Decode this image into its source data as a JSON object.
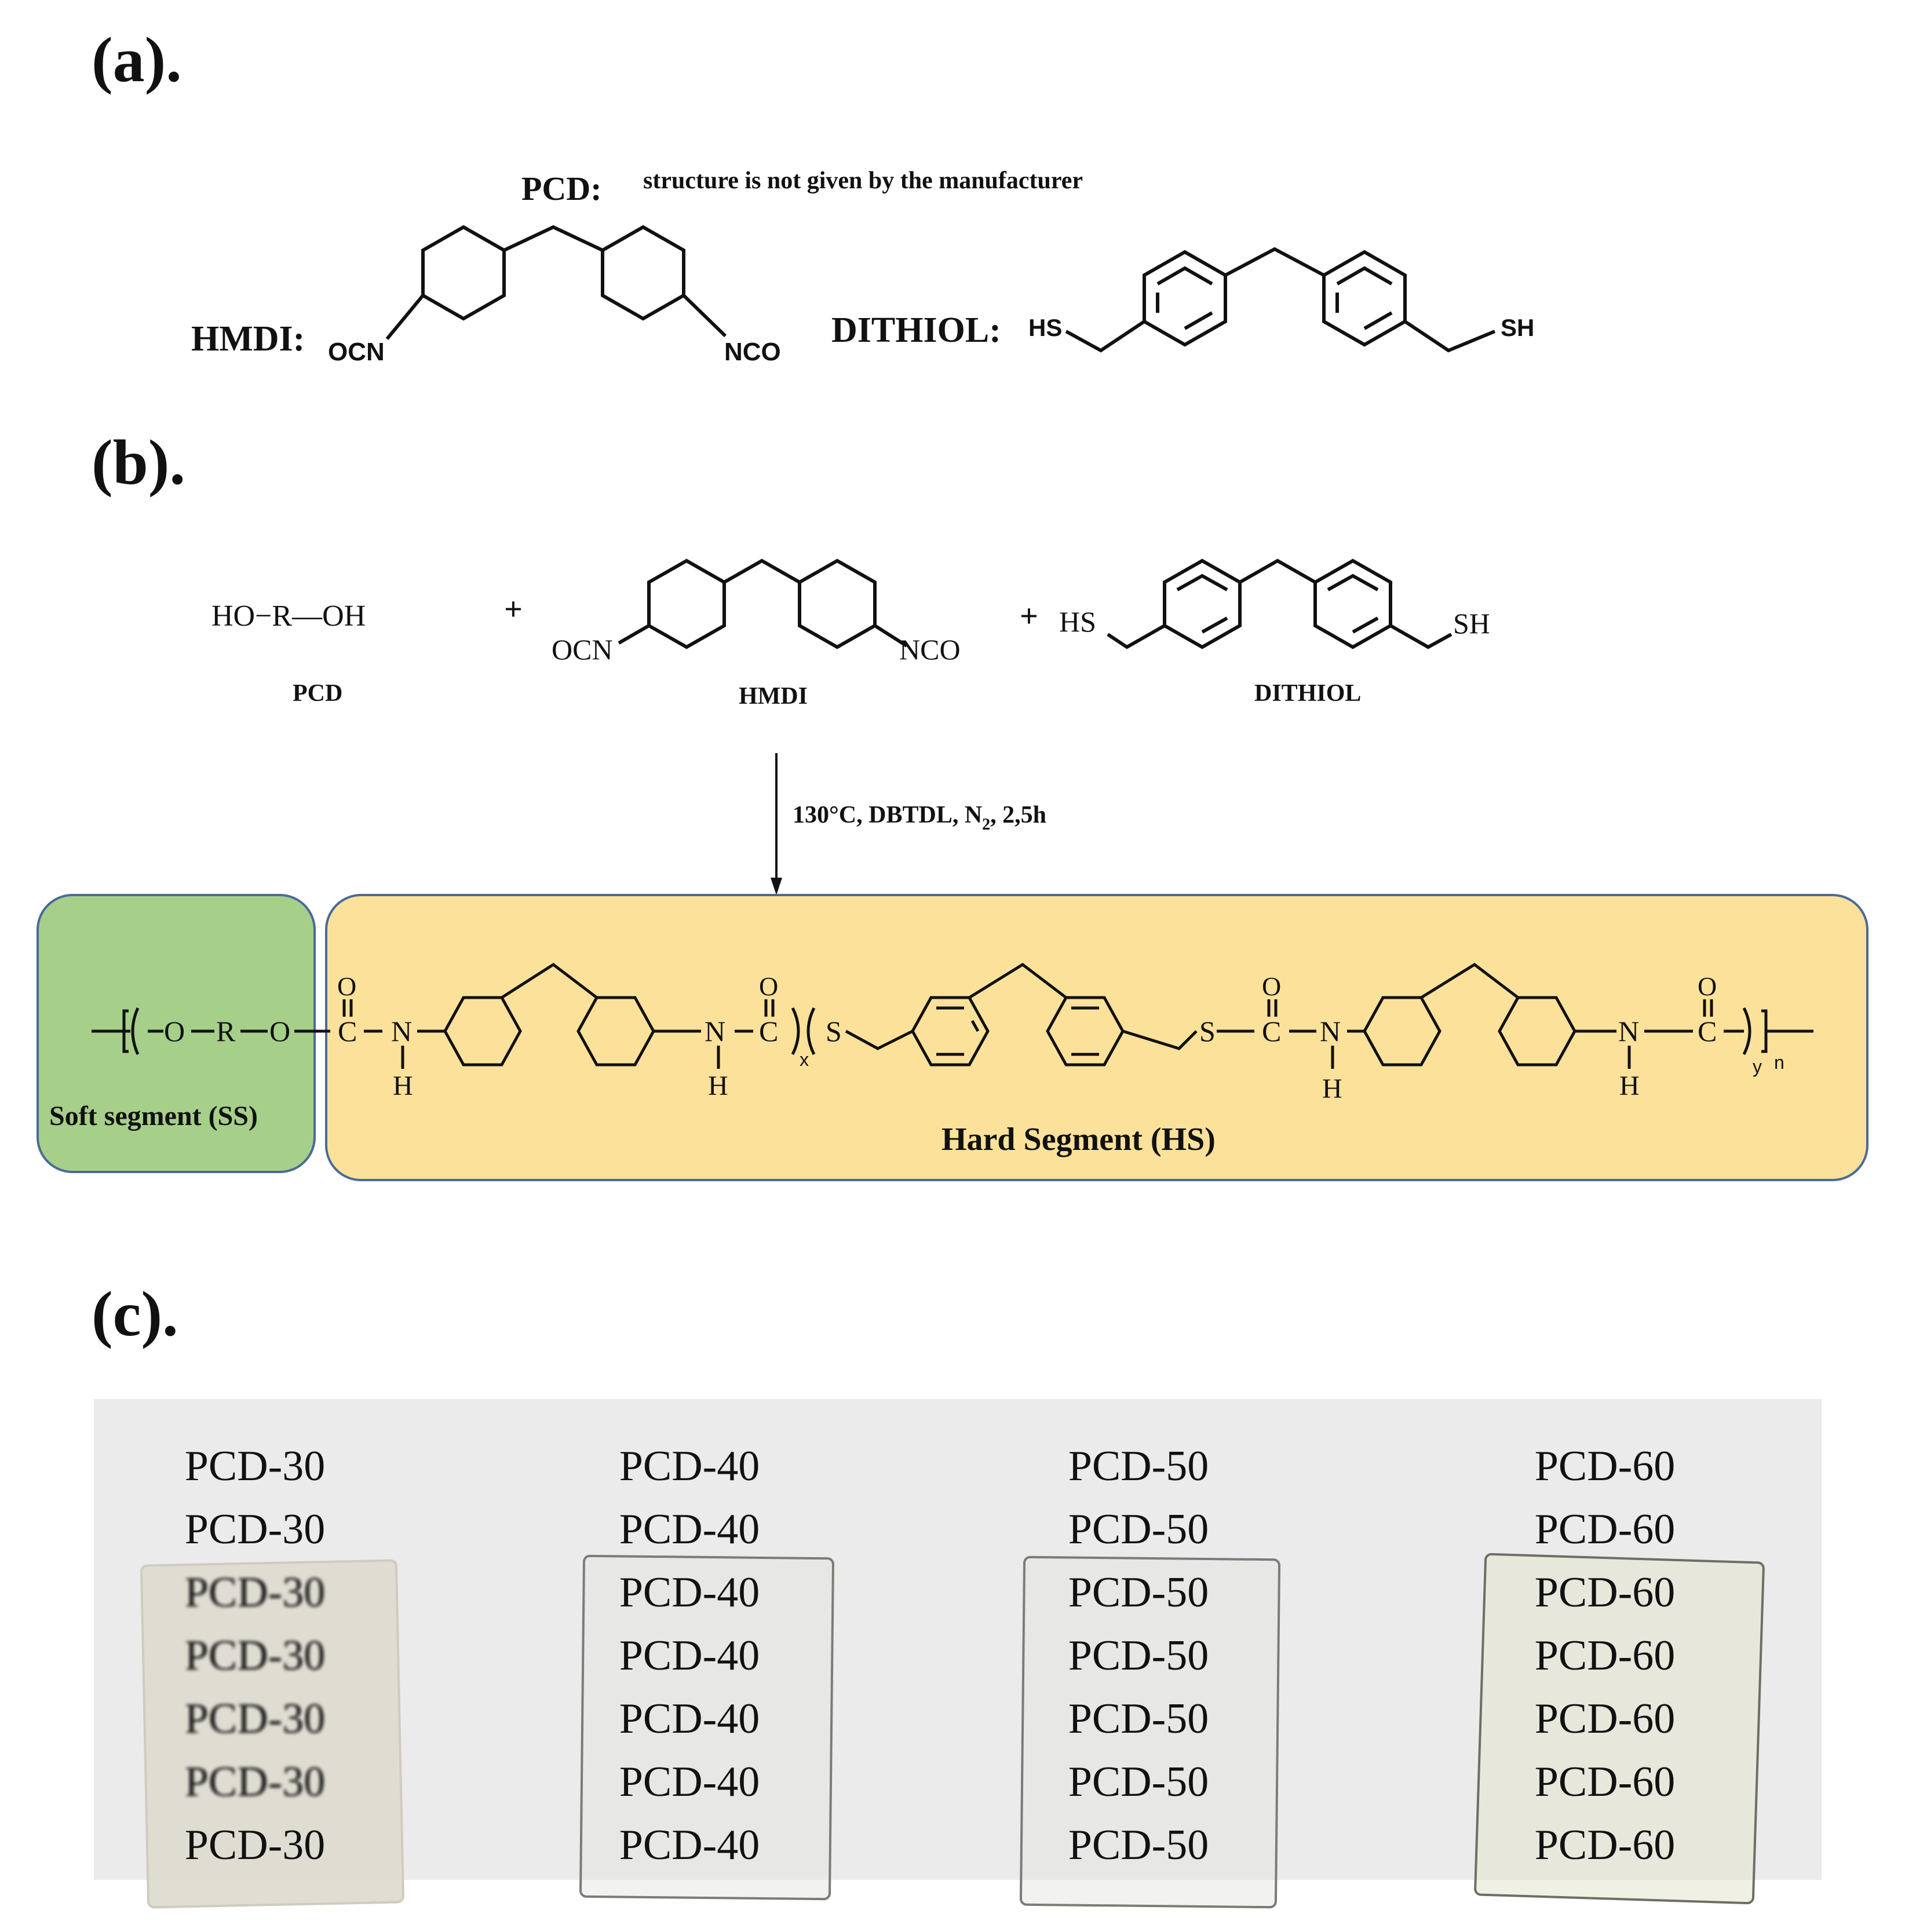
{
  "panel_a": {
    "label": "(a).",
    "pcd_label": "PCD:",
    "pcd_note": "structure is not given by the manufacturer",
    "hmdi_label": "HMDI:",
    "hmdi_left_group": "OCN",
    "hmdi_right_group": "NCO",
    "dithiol_label": "DITHIOL:",
    "dithiol_left_group": "HS",
    "dithiol_right_group": "SH"
  },
  "panel_b": {
    "label": "(b).",
    "pcd_formula": "HO−R—OH",
    "plus": "+",
    "hmdi_left_group": "OCN",
    "hmdi_right_group": "NCO",
    "dithiol_left_group": "HS",
    "dithiol_right_group": "SH",
    "pcd_caption": "PCD",
    "hmdi_caption": "HMDI",
    "dithiol_caption": "DITHIOL",
    "conditions_main": "130°C, DBTDL, N",
    "conditions_sub": "2",
    "conditions_tail": ", 2,5h",
    "soft_segment_label": "Soft segment (SS)",
    "hard_segment_label": "Hard Segment (HS)",
    "soft_segment_color": "#a6cf8a",
    "hard_segment_color": "#fbe19a",
    "box_border_color": "#4a6a96",
    "atoms": {
      "O": "O",
      "R": "R",
      "C": "C",
      "N": "N",
      "H": "H",
      "S": "S"
    },
    "sub_x": "x",
    "sub_y": "y",
    "sub_n": "n"
  },
  "panel_c": {
    "label": "(c).",
    "samples": [
      {
        "name": "PCD-30",
        "film": "translucent-white"
      },
      {
        "name": "PCD-40",
        "film": "clear"
      },
      {
        "name": "PCD-50",
        "film": "clear"
      },
      {
        "name": "PCD-60",
        "film": "clear-yellowish"
      }
    ],
    "rows_per_column": 7
  }
}
